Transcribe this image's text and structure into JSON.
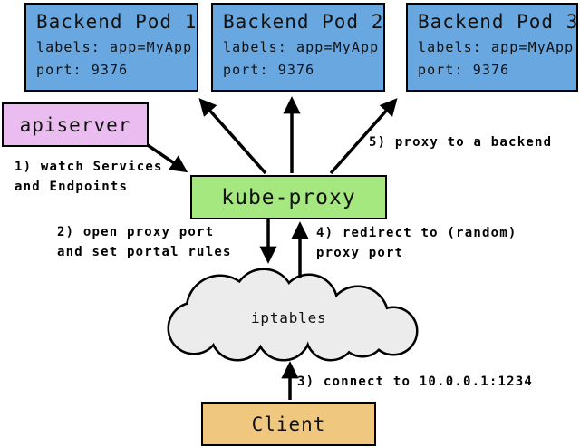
{
  "diagram": {
    "pods": [
      {
        "title": "Backend Pod 1",
        "labels_line": "labels: app=MyApp",
        "port_line": "port: 9376"
      },
      {
        "title": "Backend Pod 2",
        "labels_line": "labels: app=MyApp",
        "port_line": "port: 9376"
      },
      {
        "title": "Backend Pod 3",
        "labels_line": "labels: app=MyApp",
        "port_line": "port: 9376"
      }
    ],
    "nodes": {
      "apiserver": "apiserver",
      "kube_proxy": "kube-proxy",
      "iptables": "iptables",
      "client": "Client"
    },
    "annotations": {
      "step1": "1) watch Services\nand Endpoints",
      "step2": "2) open proxy port\nand set portal rules",
      "step3": "3) connect to 10.0.0.1:1234",
      "step4": "4) redirect to (random)\nproxy port",
      "step5": "5) proxy to a backend"
    },
    "colors": {
      "pod_fill": "#69a7e0",
      "apiserver_fill": "#eabcf0",
      "kube_proxy_fill": "#a5e87f",
      "client_fill": "#efc77f",
      "cloud_fill": "#ececec",
      "border": "#000000"
    }
  }
}
